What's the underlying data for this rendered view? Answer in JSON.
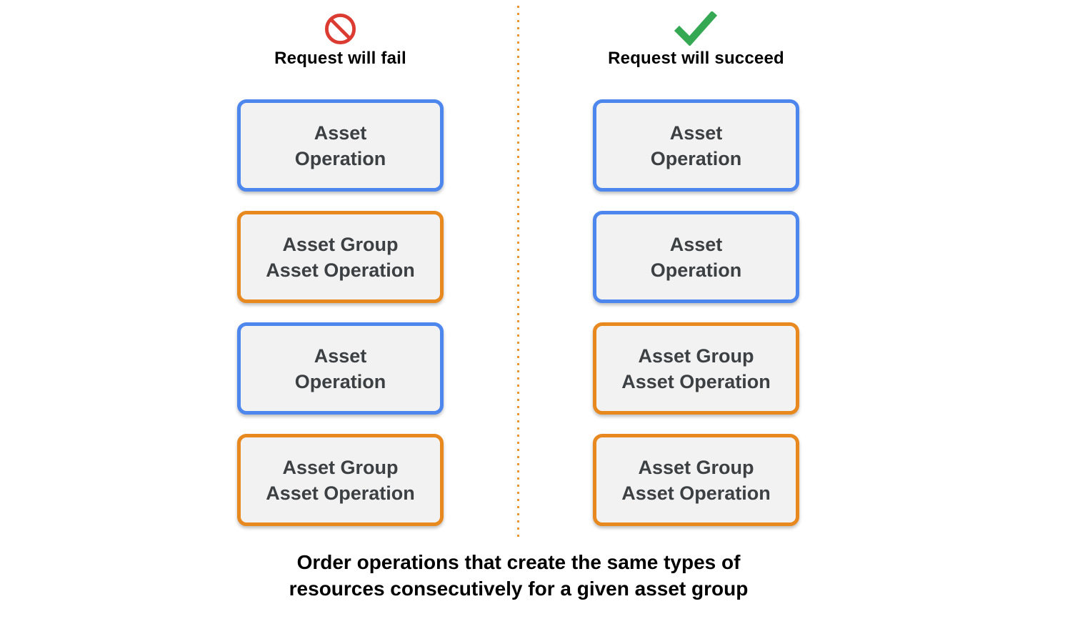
{
  "columns": [
    {
      "label": "Request will fail",
      "icon": "prohibition-icon",
      "boxes": [
        {
          "type": "asset-operation",
          "line1": "Asset",
          "line2": "Operation"
        },
        {
          "type": "asset-group-asset-operation",
          "line1": "Asset Group",
          "line2": "Asset Operation"
        },
        {
          "type": "asset-operation",
          "line1": "Asset",
          "line2": "Operation"
        },
        {
          "type": "asset-group-asset-operation",
          "line1": "Asset Group",
          "line2": "Asset Operation"
        }
      ]
    },
    {
      "label": "Request will succeed",
      "icon": "check-icon",
      "boxes": [
        {
          "type": "asset-operation",
          "line1": "Asset",
          "line2": "Operation"
        },
        {
          "type": "asset-operation",
          "line1": "Asset",
          "line2": "Operation"
        },
        {
          "type": "asset-group-asset-operation",
          "line1": "Asset Group",
          "line2": "Asset Operation"
        },
        {
          "type": "asset-group-asset-operation",
          "line1": "Asset Group",
          "line2": "Asset Operation"
        }
      ]
    }
  ],
  "caption": {
    "line1": "Order operations that create the same types of",
    "line2": "resources consecutively for a given asset group"
  },
  "colors": {
    "asset_operation_border": "#4d87ee",
    "asset_group_asset_operation_border": "#e8891f",
    "fail_icon_red": "#dc3b31",
    "succeed_icon_green": "#34a853",
    "divider_dots_orange": "#e8952f",
    "box_background": "#f2f2f2",
    "box_text": "#3c4043"
  }
}
